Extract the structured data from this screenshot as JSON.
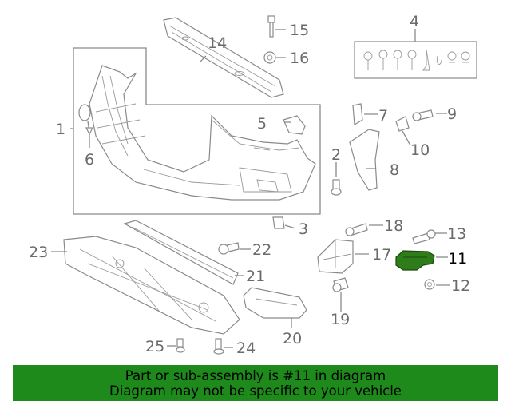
{
  "callouts": [
    {
      "id": "c1",
      "text": "1"
    },
    {
      "id": "c2",
      "text": "2"
    },
    {
      "id": "c3",
      "text": "3"
    },
    {
      "id": "c4",
      "text": "4"
    },
    {
      "id": "c5",
      "text": "5"
    },
    {
      "id": "c6",
      "text": "6"
    },
    {
      "id": "c7",
      "text": "7"
    },
    {
      "id": "c8",
      "text": "8"
    },
    {
      "id": "c9",
      "text": "9"
    },
    {
      "id": "c10",
      "text": "10"
    },
    {
      "id": "c11",
      "text": "11"
    },
    {
      "id": "c12",
      "text": "12"
    },
    {
      "id": "c13",
      "text": "13"
    },
    {
      "id": "c14",
      "text": "14"
    },
    {
      "id": "c15",
      "text": "15"
    },
    {
      "id": "c16",
      "text": "16"
    },
    {
      "id": "c17",
      "text": "17"
    },
    {
      "id": "c18",
      "text": "18"
    },
    {
      "id": "c19",
      "text": "19"
    },
    {
      "id": "c20",
      "text": "20"
    },
    {
      "id": "c21",
      "text": "21"
    },
    {
      "id": "c22",
      "text": "22"
    },
    {
      "id": "c23",
      "text": "23"
    },
    {
      "id": "c24",
      "text": "24"
    },
    {
      "id": "c25",
      "text": "25"
    }
  ],
  "highlighted_part": "11",
  "colors": {
    "highlight_part": "#2e7d1a",
    "banner": "#1f8a1c",
    "line": "#8a8a8a"
  },
  "banner": {
    "line1": "Part or sub-assembly is #11 in diagram",
    "line2": "Diagram may not be specific to your vehicle"
  }
}
